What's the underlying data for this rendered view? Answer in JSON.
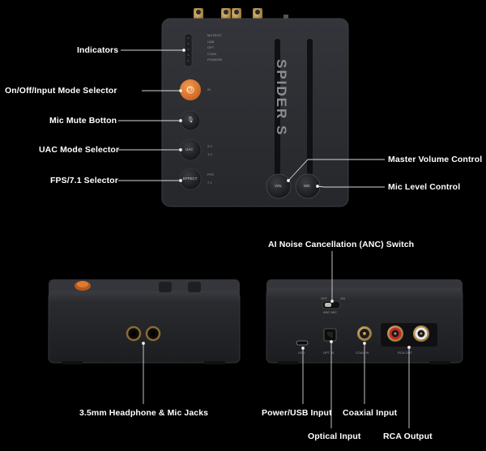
{
  "product": {
    "brand": "SPIDER S",
    "top_panel": {
      "indicator_labels": [
        "MUTE/DT",
        "USB",
        "OPT",
        "COAX",
        "PCM/DSD"
      ],
      "button_power": "⏻",
      "button_power_side": "IN",
      "button_mic": "🎙",
      "button_uac": "UAC",
      "uac_options": [
        "2.0",
        "1.0"
      ],
      "button_effect": "EFFECT",
      "effect_options": [
        "FPS",
        "7.1"
      ],
      "knob_vol": "VOL",
      "knob_mic": "MIC"
    },
    "back_panel": {
      "switch_labels": [
        "OFF",
        "ON"
      ],
      "switch_sub": "ANC MIC",
      "port_labels": [
        "USB",
        "OPT IN",
        "COAX IN",
        "RCA OUT"
      ]
    }
  },
  "callouts": {
    "indicators": "Indicators",
    "on_off": "On/Off/Input Mode Selector",
    "mic_mute": "Mic Mute Botton",
    "uac": "UAC Mode Selector",
    "fps": "FPS/7.1 Selector",
    "master_volume": "Master Volume Control",
    "mic_level": "Mic Level Control",
    "anc": "AI Noise Cancellation (ANC) Switch",
    "headphone": "3.5mm Headphone & Mic Jacks",
    "power_usb": "Power/USB Input",
    "optical": "Optical Input",
    "coaxial": "Coaxial Input",
    "rca": "RCA Output"
  },
  "colors": {
    "accent_orange": "#e07a30",
    "device_body": "#2b2c30",
    "label_text": "#ffffff",
    "rca_red": "#c42a2a"
  }
}
